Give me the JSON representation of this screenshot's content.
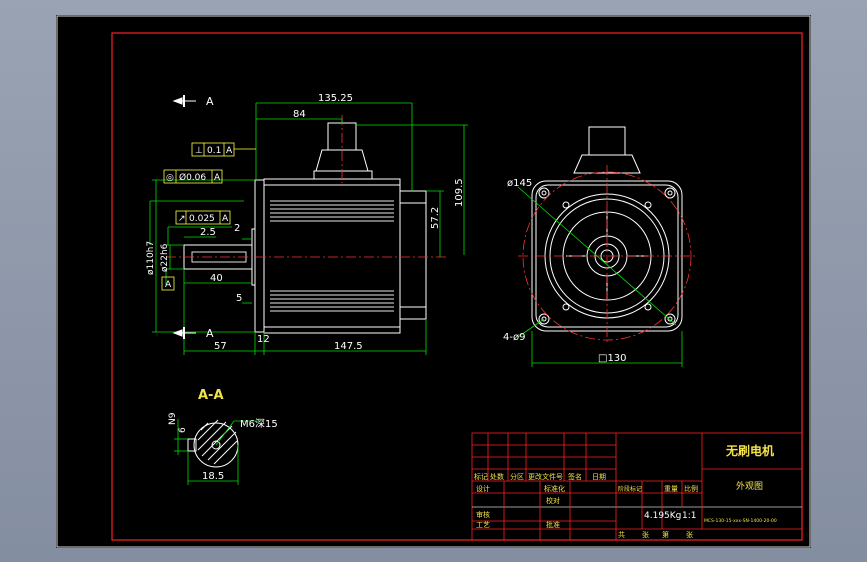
{
  "section_marker": "A",
  "section_title": "A-A",
  "dimensions": {
    "overall_length": "135.25",
    "body_84": "84",
    "height_109": "109.5",
    "height_57": "57.2",
    "shaft_len_40": "40",
    "shaft_step_2_5": "2.5",
    "flange_2": "2",
    "gap_5": "5",
    "shaft_57": "57",
    "flange_12": "12",
    "body_147": "147.5",
    "dia_110": "ø110h7",
    "dia_22": "ø22h6",
    "dia_145": "ø145",
    "holes": "4-ø9",
    "square_130": "□130",
    "m6": "M6深15",
    "key_6": "6",
    "key_n9": "N9",
    "width_18": "18.5"
  },
  "tolerances": {
    "t1_sym": "⊥",
    "t1_val": "0.1",
    "t1_ref": "A",
    "t2_sym": "◎",
    "t2_val": "Ø0.06",
    "t2_ref": "A",
    "t3_sym": "↗",
    "t3_val": "0.025",
    "t3_ref": "A",
    "datum": "A"
  },
  "title_block": {
    "title": "无刷电机",
    "view_name": "外观图",
    "weight": "4.195Kg",
    "scale": "1:1",
    "hdr_stage": "阶段标记",
    "hdr_weight": "重量",
    "hdr_scale": "比例",
    "hdr_mark": "标记",
    "hdr_count": "处数",
    "hdr_zone": "分区",
    "hdr_doc": "更改文件号",
    "hdr_sign": "签名",
    "hdr_date": "日期",
    "row_design": "设计",
    "row_std": "标准化",
    "row_check": "审核",
    "row_review": "校对",
    "row_process": "工艺",
    "row_approve": "批准",
    "sheet_total": "共",
    "sheet_unit": "张",
    "sheet_no": "第",
    "sheet_unit2": "张",
    "drawing_no": "MCS-130-15-xxx-SN-1400-20-00"
  }
}
